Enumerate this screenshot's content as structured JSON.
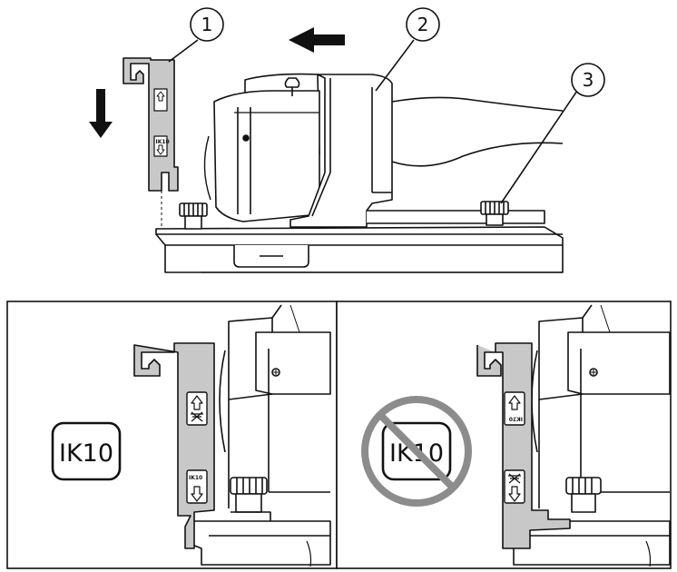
{
  "callouts": [
    "1",
    "2",
    "3"
  ],
  "ik_label_left": "IK10",
  "ik_label_right": "IK10",
  "bracket_mark": "IK10",
  "bracket_mark_mirrored": "IK10",
  "colors": {
    "outline": "#111111",
    "bracket_fill": "#c8c8c8",
    "prohibited_sign": "#8c8c8c",
    "background": "#ffffff"
  },
  "icons": [
    "arrow-left-icon",
    "arrow-down-icon",
    "prohibited-icon",
    "arrow-up-icon",
    "arrow-down-small-icon",
    "fuse-icon"
  ]
}
